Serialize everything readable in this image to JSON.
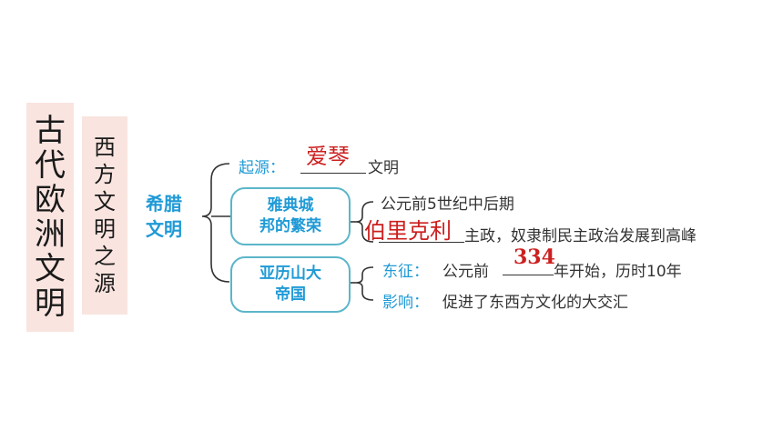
{
  "main_title": [
    "古",
    "代",
    "欧",
    "洲",
    "文",
    "明"
  ],
  "sub_title": [
    "西",
    "方",
    "文",
    "明",
    "之",
    "源"
  ],
  "greece": {
    "line1": "希腊",
    "line2": "文明"
  },
  "origin": {
    "label": "起源：",
    "answer": "爱琴",
    "suffix": "文明"
  },
  "athens": {
    "pill_line1": "雅典城",
    "pill_line2": "邦的繁荣",
    "time": "公元前5世纪中后期",
    "answer": "伯里克利",
    "suffix": "主政，奴隶制民主政治发展到高峰"
  },
  "alexander": {
    "pill_line1": "亚历山大",
    "pill_line2": "帝国",
    "east_label": "东征：",
    "east_prefix": "公元前",
    "east_answer": "334",
    "east_suffix": "年开始，历时10年",
    "impact_label": "影响：",
    "impact_text": "促进了东西方文化的大交汇"
  },
  "colors": {
    "accent_blue": "#1f9ad6",
    "answer_red": "#cc1f1f",
    "box_pink": "#f9e4df",
    "pill_border": "#5bb6c9"
  }
}
